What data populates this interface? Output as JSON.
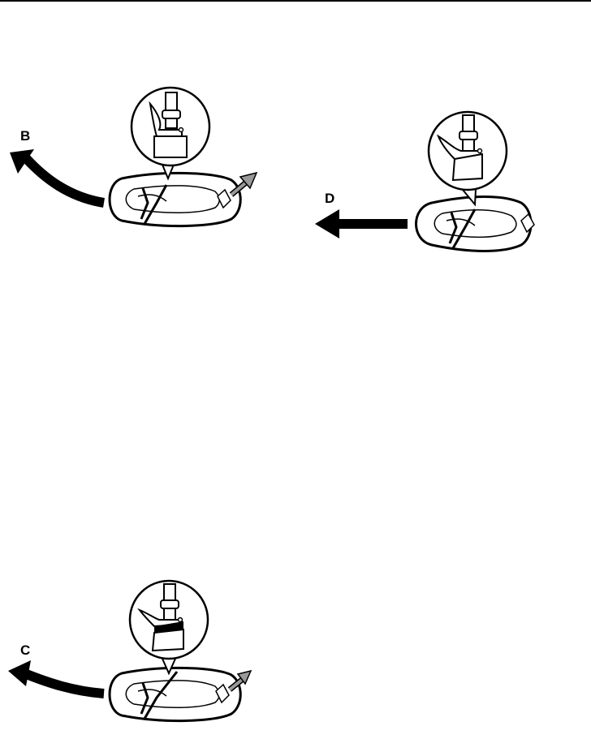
{
  "labels": {
    "b": "B",
    "c": "C",
    "d": "D"
  },
  "colors": {
    "ink": "#000000",
    "secondary_arrow": "#999999",
    "background": "#ffffff"
  }
}
